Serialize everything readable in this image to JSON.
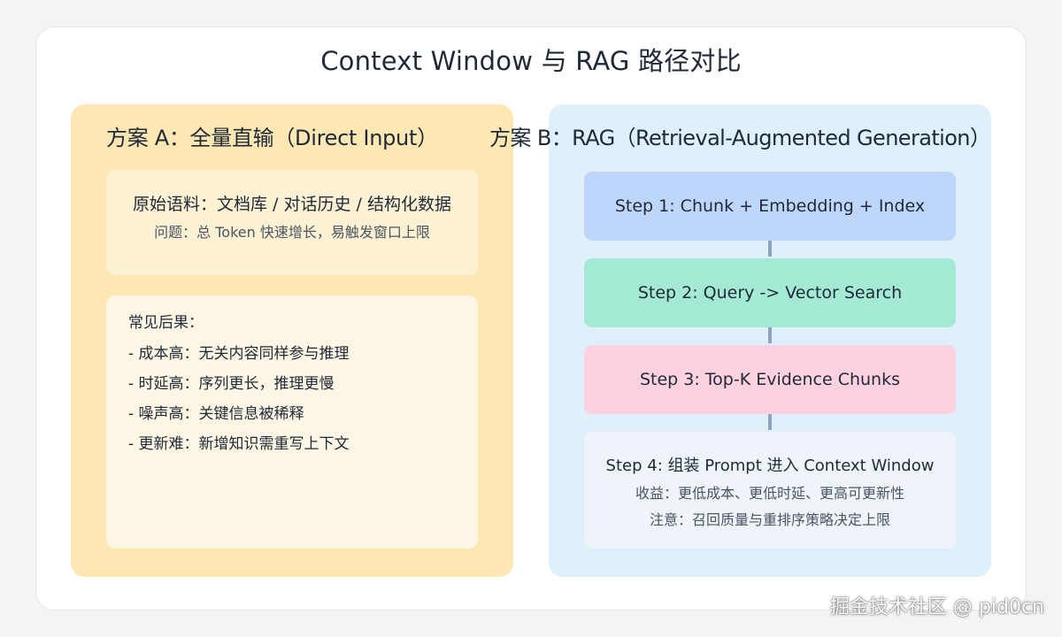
{
  "title": "Context Window 与 RAG 路径对比",
  "panel_a": {
    "heading": "方案 A：全量直输（Direct Input）",
    "source": {
      "main": "原始语料：文档库 / 对话历史 / 结构化数据",
      "sub": "问题：总 Token 快速增长，易触发窗口上限"
    },
    "consequences": {
      "heading": "常见后果：",
      "items": [
        "- 成本高：无关内容同样参与推理",
        "- 时延高：序列更长，推理更慢",
        "- 噪声高：关键信息被稀释",
        "- 更新难：新增知识需重写上下文"
      ]
    }
  },
  "panel_b": {
    "heading": "方案 B：RAG（Retrieval-Augmented Generation）",
    "steps": [
      "Step 1: Chunk + Embedding + Index",
      "Step 2: Query -> Vector Search",
      "Step 3: Top-K Evidence Chunks"
    ],
    "step4": {
      "main": "Step 4: 组装 Prompt 进入 Context Window",
      "benefit": "收益：更低成本、更低时延、更高可更新性",
      "note": "注意：召回质量与重排序策略决定上限"
    }
  },
  "watermark": "掘金技术社区 @ pid0cn",
  "colors": {
    "panel_a_bg": "#fde7b2",
    "panel_b_bg": "#dff0fb",
    "step1": "#bfd6fb",
    "step2": "#a3e9d3",
    "step3": "#fdd1e0",
    "step4": "#eef4fa",
    "connector": "#8fa3bd"
  }
}
